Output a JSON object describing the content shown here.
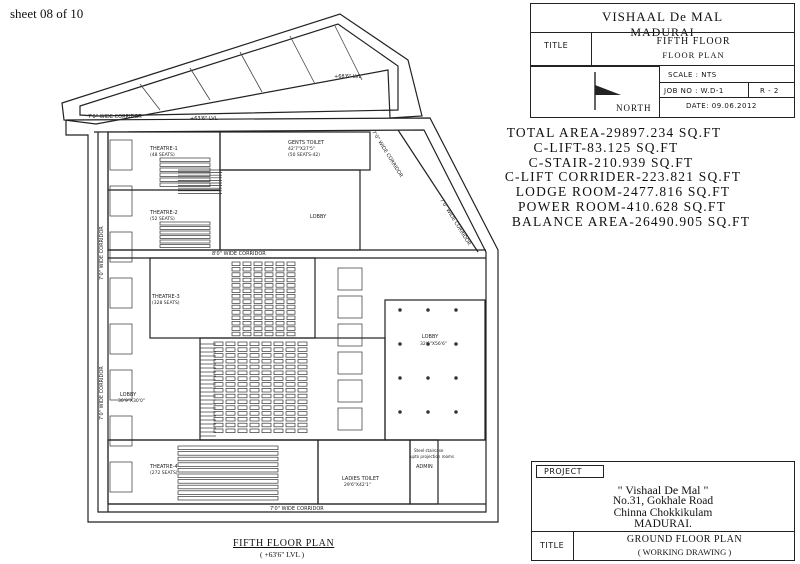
{
  "sheet": "sheet 08 of 10",
  "title_block": {
    "client_line1": "VISHAAL De MAL",
    "client_line2": "MADURAI",
    "title_label": "TITLE",
    "title_line1": "FIFTH FLOOR",
    "title_line2": "FLOOR PLAN",
    "scale": "SCALE : NTS",
    "job_no": "JOB NO : W.D-1",
    "rev": "R - 2",
    "north": "NORTH",
    "date": "DATE: 09.06.2012"
  },
  "areas": [
    "TOTAL AREA-29897.234 SQ.FT",
    "C-LIFT-83.125 SQ.FT",
    "C-STAIR-210.939 SQ.FT",
    "C-LIFT CORRIDER-223.821 SQ.FT",
    "LODGE ROOM-2477.816 SQ.FT",
    "POWER ROOM-410.628 SQ.FT",
    "BALANCE AREA-26490.905 SQ.FT"
  ],
  "plan_labels": {
    "corridor_top": "7'0\" WIDE CORRIDOR",
    "corridor_mid": "8'0\" WIDE CORRIDOR",
    "corridor_bottom": "7'0\" WIDE CORRIDOR",
    "corridor_left_top": "7'0\" WIDE CORRIDOR",
    "corridor_left_bottom": "7'0\" WIDE CORRIDOR",
    "corridor_diag_1": "7'0\" WIDE CORRIDOR",
    "corridor_diag_2": "7'0\" WIDE CORRIDOR",
    "theatre1": "THEATRE-1",
    "theatre1_seats": "(48 SEATS)",
    "theatre2": "THEATRE-2",
    "theatre2_seats": "(52 SEATS)",
    "theatre3": "THEATRE-3",
    "theatre3_seats": "(328 SEATS)",
    "theatre4": "THEATRE-4",
    "theatre4_seats": "(272 SEATS)",
    "gents_toilet": "GENTS TOILET",
    "gents_toilet_dim": "42'7\"X27'5\"",
    "gents_toilet_sub": "(50 SEATS-42)",
    "lobby_top": "LOBBY",
    "lobby_mid": "LOBBY",
    "lobby_mid_dim": "32'6\"X56'6\"",
    "lobby_left": "LOBBY",
    "lobby_left_dim": "30'9\"X30'0\"",
    "ladies_toilet": "LADIES TOILET",
    "ladies_toilet_dim": "29'6\"X42'1\"",
    "admin": "ADMIN",
    "steel_note_1": "Steel staircase",
    "steel_note_2": "upto projection rooms",
    "lvl_top": "+68'6\" LVL",
    "lvl_top2": "+63'6\" LVL"
  },
  "plan_title": "FIFTH  FLOOR PLAN",
  "plan_level": "( +63'6\" LVL )",
  "project_block": {
    "label": "PROJECT",
    "name": "\" Vishaal De Mal \"",
    "address1": "No.31, Gokhale Road",
    "address2": "Chinna Chokkikulam",
    "city": "MADURAI.",
    "title_label": "TITLE",
    "title_line1": "GROUND FLOOR PLAN",
    "title_line2": "( WORKING DRAWING )"
  }
}
